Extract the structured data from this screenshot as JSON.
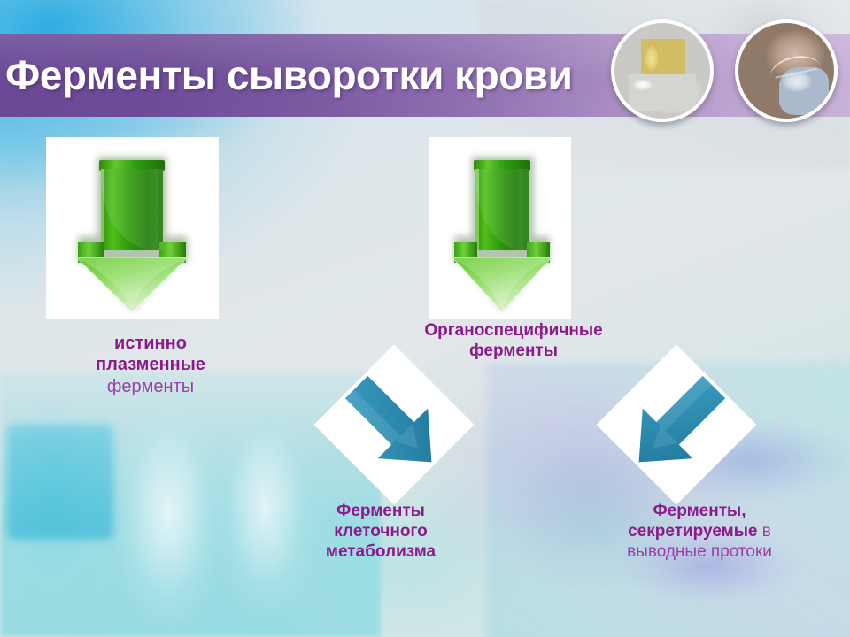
{
  "slide": {
    "title": "Ферменты сыворотки крови",
    "title_band_color_left": "#6a4894",
    "title_band_color_right": "#c7b2d8",
    "title_text_color": "#ffffff",
    "background_description": "blurred medical laboratory photo, cyan and teal tones with violet haze"
  },
  "header_photos": [
    {
      "name": "pill-bottle-photo",
      "alt": "orange pill bottle spilling yellow and white capsules"
    },
    {
      "name": "surgeon-photo",
      "alt": "surgeon in blue scrubs wearing a mask and glasses"
    }
  ],
  "nodes": [
    {
      "id": "plasma",
      "icon": "green-down-arrow",
      "icon_color": "#3faa18",
      "caption_bold": "истинно\nплазменные",
      "caption_regular": "ферменты"
    },
    {
      "id": "organ-specific",
      "icon": "green-down-arrow",
      "icon_color": "#3faa18",
      "caption_bold": "Органоспецифичные\nферменты",
      "caption_regular": ""
    },
    {
      "id": "cell-metabolism",
      "icon": "blue-diagonal-arrow-down-left",
      "icon_color": "#2d8cb0",
      "caption_bold": "Ферменты\nклеточного\nметаболизма",
      "caption_regular": ""
    },
    {
      "id": "secreted-ducts",
      "icon": "blue-diagonal-arrow-down-right",
      "icon_color": "#2d8cb0",
      "caption_bold": "Ферменты,\nсекретируемые",
      "caption_regular": "в\nвыводные протоки"
    }
  ],
  "captions": {
    "plasma_line1": "истинно",
    "plasma_line2": "плазменные",
    "plasma_line3": "ферменты",
    "organo_line1": "Органоспецифичные",
    "organo_line2": "ферменты",
    "cell_line1": "Ферменты",
    "cell_line2": "клеточного",
    "cell_line3": "метаболизма",
    "secret_line1": "Ферменты,",
    "secret_line2_bold": "секретируемые",
    "secret_line2_tail": " в",
    "secret_line3": "выводные протоки"
  },
  "colors": {
    "caption_bold": "#8c1a8c",
    "caption_regular": "#9b3fa5",
    "green_arrow": "#3faa18",
    "blue_arrow": "#2d8cb0"
  }
}
